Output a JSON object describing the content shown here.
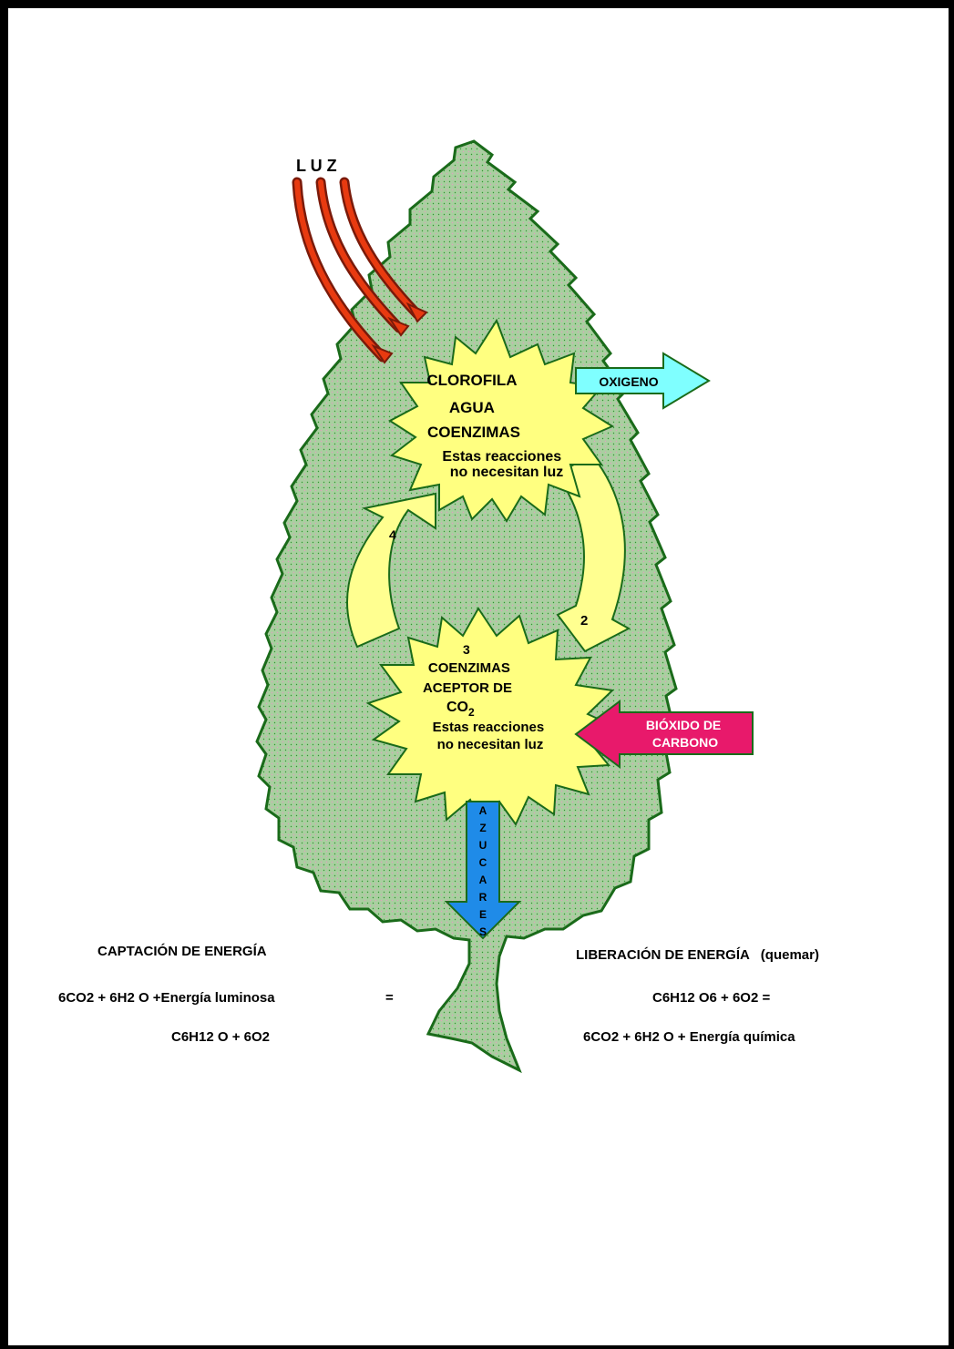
{
  "diagram": {
    "light_label": "L U Z",
    "oxygen_label": "OXIGENO",
    "co2_label": [
      "BIÓXIDO DE",
      "CARBONO"
    ],
    "sugars_label": [
      "A",
      "Z",
      "U",
      "C",
      "A",
      "R",
      "E",
      "S"
    ],
    "top_burst": {
      "lines": [
        "CLOROFILA",
        "AGUA",
        "COENZIMAS"
      ],
      "note": [
        "Estas reacciones",
        "no necesitan luz"
      ]
    },
    "bottom_burst": {
      "step": "3",
      "lines": [
        "COENZIMAS",
        "ACEPTOR DE"
      ],
      "co2_main": "CO",
      "co2_sub": "2",
      "note": [
        "Estas reacciones",
        "no necesitan luz"
      ]
    },
    "step_2": "2",
    "step_4": "4",
    "colors": {
      "leaf": "#a9cfa0",
      "leaf_outline": "#1a6b1a",
      "burst": "#ffff80",
      "light_ray": "#e83a10",
      "oxygen_arrow": "#7fffff",
      "co2_arrow": "#e8196b",
      "sugar_arrow": "#1f8be8",
      "cycle_arrow": "#ffff90"
    }
  },
  "capture": {
    "title": "CAPTACIÓN DE ENERGÍA",
    "equation_left": "6CO2 + 6H2 O +Energía luminosa",
    "equals": "=",
    "equation_right": "C6H12 O + 6O2"
  },
  "release": {
    "title": "LIBERACIÓN DE ENERGÍA   (quemar)",
    "equation_left": "C6H12 O6 + 6O2 =",
    "equation_right": "6CO2 + 6H2 O + Energía química"
  }
}
